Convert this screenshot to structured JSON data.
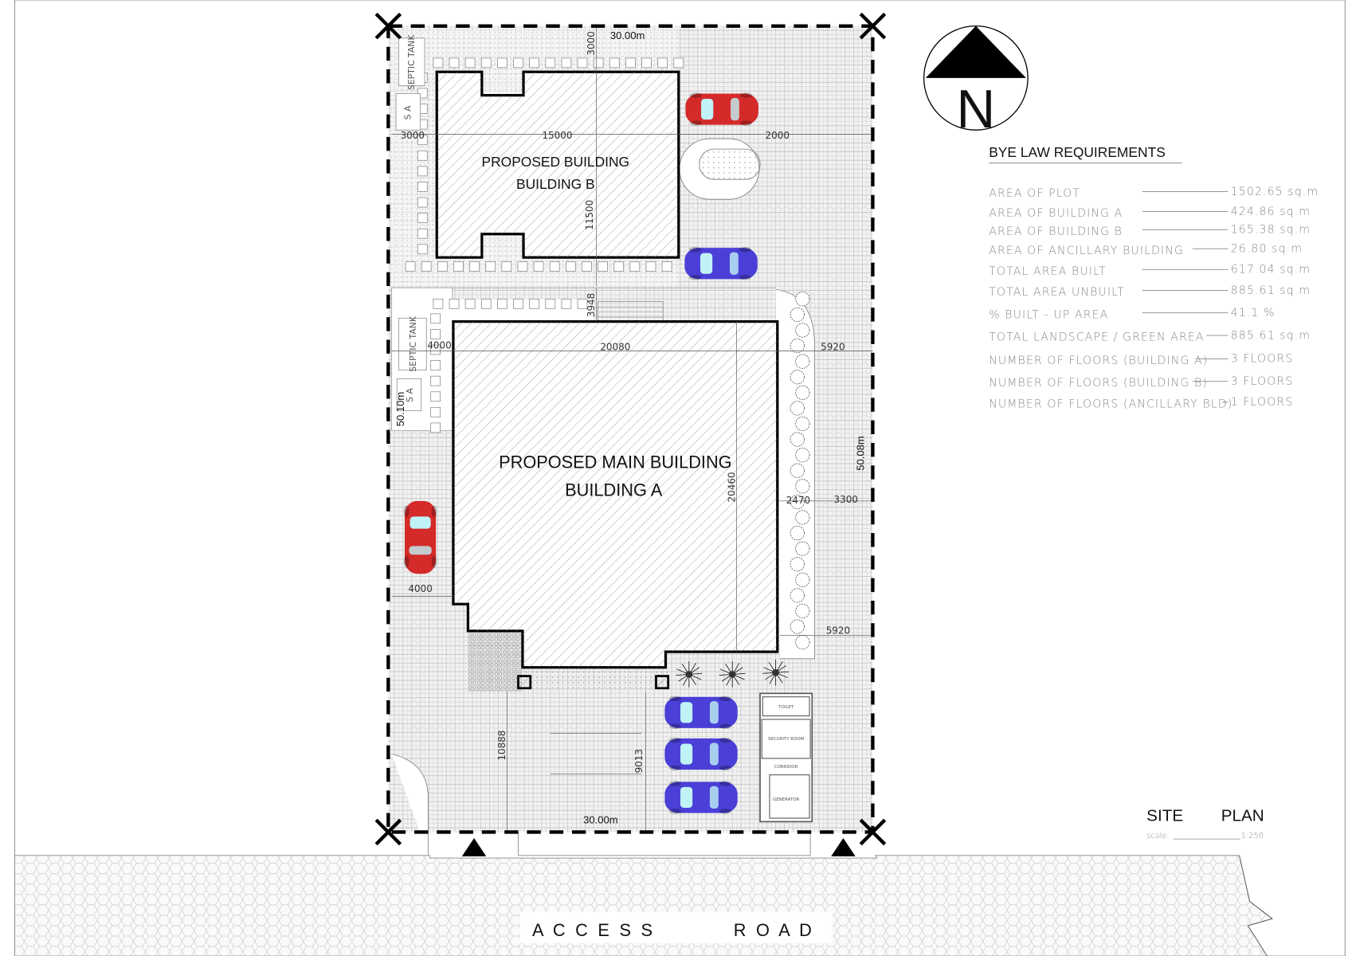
{
  "site": {
    "building_b": {
      "line1": "PROPOSED BUILDING",
      "line2": "BUILDING B"
    },
    "building_a": {
      "line1": "PROPOSED  MAIN BUILDING",
      "line2": "BUILDING  A"
    },
    "septic_tank_top": "SEPTIC TANK",
    "sa_top": "S A",
    "septic_tank_mid": "SEPTIC TANK",
    "sa_mid": "S A",
    "ancillary": {
      "toilet": "TOILET",
      "security": "SECURITY ROOM",
      "corridor": "CORRIDOR",
      "generator": "GENERATOR"
    },
    "dimensions": {
      "top_width": "30.00m",
      "bottom_width": "30.00m",
      "left_depth": "50.10m",
      "right_depth": "50.08m",
      "d3000_top": "3000",
      "d3000_left": "3000",
      "d15000": "15000",
      "d11500": "11500",
      "d2000": "2000",
      "d3948": "3948",
      "d4000_top": "4000",
      "d20080": "20080",
      "d5920_top": "5920",
      "d20460": "20460",
      "d2470": "2470",
      "d3300": "3300",
      "d4000_left": "4000",
      "d5920_bottom": "5920",
      "d10888": "10888",
      "d9013": "9013"
    },
    "road": {
      "word1": "A C C E S S",
      "word2": "R O A D"
    }
  },
  "north": {
    "label": "N"
  },
  "bye_law": {
    "title": "BYE  LAW  REQUIREMENTS",
    "rows": [
      {
        "label": "AREA  OF  PLOT",
        "value": "1502.65 sq.m"
      },
      {
        "label": "AREA  OF  BUILDING A",
        "value": "424.86 sq.m"
      },
      {
        "label": "AREA  OF  BUILDING B",
        "value": "165.38 sq.m"
      },
      {
        "label": "AREA  OF  ANCILLARY BUILDING",
        "value": "26.80 sq.m"
      },
      {
        "label": "TOTAL AREA  BUILT",
        "value": "617.04 sq.m"
      },
      {
        "label": "TOTAL AREA   UNBUILT",
        "value": "885.61 sq.m"
      },
      {
        "label": "%  BUILT - UP  AREA",
        "value": "41.1 %"
      },
      {
        "label": "TOTAL LANDSCAPE / GREEN AREA",
        "value": "885.61 sq.m"
      },
      {
        "label": "NUMBER OF FLOORS (BUILDING A)",
        "value": "3 FLOORS"
      },
      {
        "label": "NUMBER OF FLOORS (BUILDING B)",
        "value": "3 FLOORS"
      },
      {
        "label": "NUMBER OF FLOORS (ANCILLARY BLD)",
        "value": "1 FLOORS"
      }
    ]
  },
  "title_block": {
    "site": "SITE",
    "plan": "PLAN",
    "scale_label": "scale:",
    "scale_value": "1:250"
  },
  "colors": {
    "car_red": "#d42a2a",
    "car_blue": "#4a3fd6",
    "line": "#111111",
    "paving": "#e6e6e6"
  }
}
